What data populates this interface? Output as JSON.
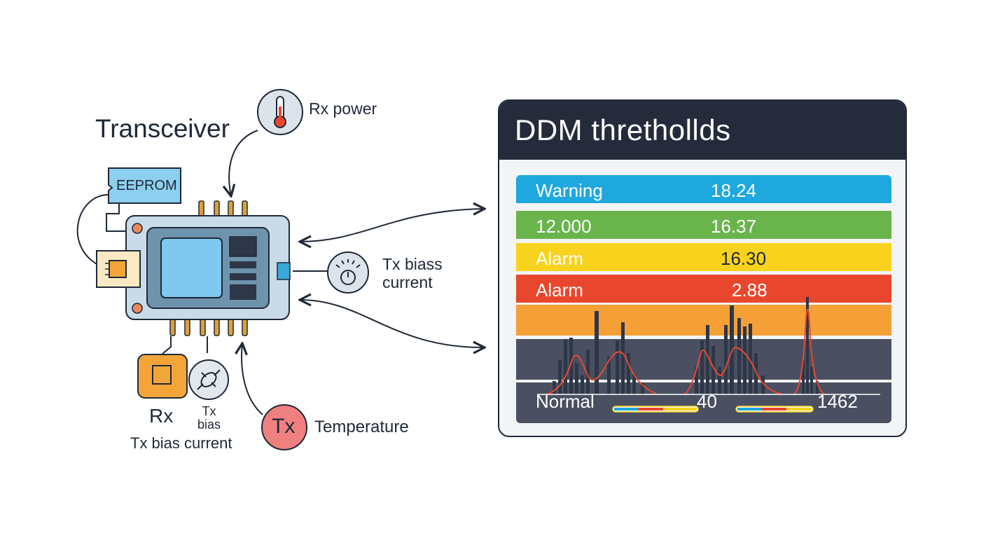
{
  "transceiver": {
    "title": "Transceiver",
    "eeprom_label": "EEPROM",
    "rx_label": "Rx",
    "tx_bias_short": "Tx\nbias",
    "tx_bias_current_label": "Tx bias current",
    "tx_circle_label": "Tx"
  },
  "callouts": {
    "rx_power": "Rx power",
    "tx_bias_current": "Tx biass\ncurrent",
    "temperature": "Temperature"
  },
  "ddm": {
    "title": "DDM threthollds",
    "bands": [
      {
        "label": "Warning",
        "value": "18.24",
        "color": "#1ea8de"
      },
      {
        "label": "12.000",
        "value": "16.37",
        "color": "#6ab44c"
      },
      {
        "label": "Alarm",
        "value": "16.30",
        "color": "#f9d21e"
      },
      {
        "label": "Alarm",
        "value": "2.88",
        "color": "#e8472e"
      }
    ],
    "orange_color": "#f4a037",
    "dark_color": "#4a5061",
    "normal": {
      "label": "Normal",
      "value1": "40",
      "value2": "1462"
    }
  },
  "colors": {
    "board_fill": "#c9dbe8",
    "board_stroke": "#1f2937",
    "screen_fill": "#7fc8ef",
    "eeprom_fill": "#8ccfee",
    "chip_fill": "#f3a53a",
    "pin_fill": "#e0a038",
    "rx_power_circle": "#dde3ea",
    "temp_circle": "#f08080"
  },
  "icons": {
    "rx_power": "thermometer-icon",
    "tx_bias": "gauge-icon",
    "tx_bias_small": "photodiode-icon"
  }
}
